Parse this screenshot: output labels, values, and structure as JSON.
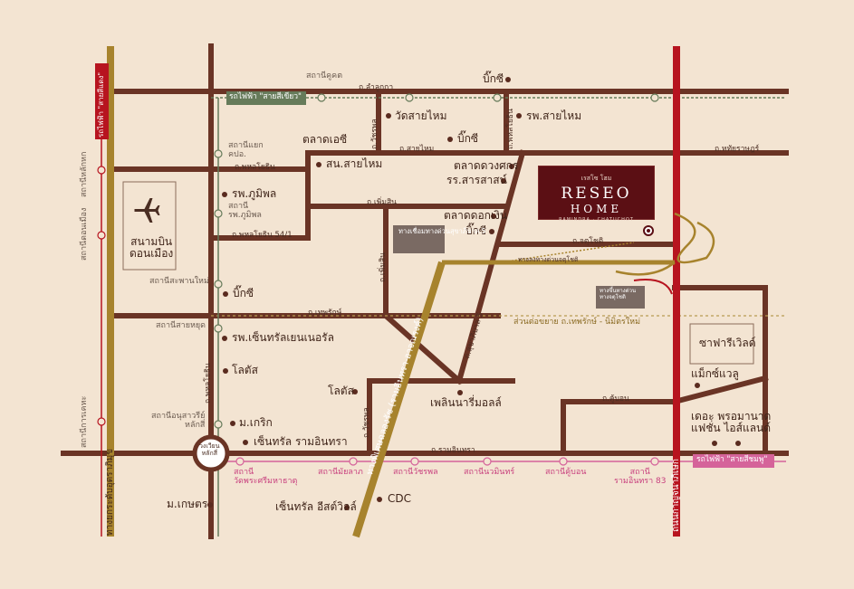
{
  "colors": {
    "background": "#f3e4d2",
    "road": "#6a3425",
    "expressway": "#a7832d",
    "red_line": "#b7141f",
    "green_line": "#667b5a",
    "pink_line": "#d5639a",
    "brand": "#5b0f14"
  },
  "places": {
    "airport": "สนามบิน\nดอนเมือง",
    "bigc_top": "บิ๊กซี",
    "wat_saimai": "วัดสายไหม",
    "hosp_saimai": "รพ.สายไหม",
    "bigc_mid": "บิ๊กซี",
    "talad_ec": "ตลาดเอซี",
    "sn_saimai": "สน.สายไหม",
    "talad_duangsakorn": "ตลาดดวงศกร",
    "rr_sarasas": "รร.สารสาสน์",
    "bhumibol_hosp": "รพ.ภูมิพล",
    "talad_dokngern": "ตลาดดอกเงิน",
    "bigc_phahol": "บิ๊กซี",
    "bigc_left": "บิ๊กซี",
    "central_hosp": "รพ.เซ็นทรัลเยนเนอรัล",
    "lotus_left": "โลตัส",
    "lotus_center": "โลตัส",
    "fashion_mall": "เพลินนารี่มอลล์",
    "m_kasem": "ม.เกริก",
    "central_ramintra": "เซ็นทรัล รามอินทรา",
    "m_kaset": "ม.เกษตร",
    "central_eastville": "เซ็นทรัล อีสต์วิลล์",
    "cdc": "CDC",
    "safari": "ซาฟารีเวิลด์",
    "makro": "แม็กซ์แวลู",
    "promenade": "เดอะ พรอมานาด\nแฟชั่น ไอส์แลนด์",
    "circle": "วงเวียน\nหลักสี่"
  },
  "stations": {
    "kukot": "สถานีคูคต",
    "yaek": "สถานีแยก\nคปอ.",
    "bhumibol": "สถานี\nรพ.ภูมิพล",
    "saphan": "สถานีสะพานใหม่",
    "saiyut": "สถานีสายหยุด",
    "anusawari": "สถานีอนุสาวรีย์\nหลักสี่",
    "lakhok": "สถานีหลักหก",
    "donmueang": "สถานีดอนเมือง",
    "lakSi_rail": "สถานีการเคหะ",
    "wat_phra": "สถานี\nวัดพระศรีมหาธาตุ",
    "ram_lak": "สถานีมัยลาภ",
    "wacharaphol": "สถานีวัชรพล",
    "nopparat": "สถานีนวมินทร์",
    "khubon": "สถานีคู้บอน",
    "ramintra83": "สถานี\nรามอินทรา 83"
  },
  "roads": {
    "salmai": "ถ.สายไหม",
    "saimai_road": "ถ.สายไหม",
    "phahon_yothin": "ถ.พหลโยธิน",
    "phahonyothin_54": "ถ.พหลโยธิน 54/1",
    "khubon_road": "ถ.เพิ่มสิน",
    "theparak": "ถ.เทพรักษ์",
    "khubon": "ถ.คู้บอน",
    "ramintra": "ถ.รามอินทรา",
    "watcharaphol": "ถ.วัชรพล",
    "chatuchot": "ถ.จตุโชติ",
    "hathairat": "ถ.หทัยราษฎร์",
    "sukhapiban5": "ถ.สุขาภิบาล 5",
    "lamlukka": "ถ.ลำลูกกา",
    "phaholyothin_vert": "ถ.พหลโยธิน",
    "soi_ek": "ถ.วัชรพล",
    "wibhawadi": "ทางยกระดับอุตราภิมุข",
    "kaset_nawamin": "ถ.เกษตรนวมินทร์",
    "expressway": "ทางพิเศษฉลองรัช (รามอินทรา-อาจณรงค์)",
    "kanchanaphisek": "ถนนกาญจนาภิเษก",
    "ramintra_exit": "ทางเชื่อมทางด่วนสุขาภิบาล 5",
    "chatuchot_link": "ทางลงทางด่วนจตุโชติ",
    "chatuchot_ramp": "ทางขึ้นทางด่วน\nทางจตุโชติ",
    "extension": "ส่วนต่อขยาย ถ.เทพรักษ์ - นิมิตรใหม่",
    "outer": "ถ.เพิ่มสิน",
    "sai_mai_road2": "ถ.สายไหม"
  },
  "badges": {
    "green_line": "รถไฟฟ้า \"สายสีเขียว\"",
    "red_line": "รถไฟฟ้า \"สายสีแดง\"",
    "pink_line": "รถไฟฟ้า \"สายสีชมพู\""
  },
  "brand": {
    "top": "เรสโซ โฮม",
    "name": "RESEO",
    "name2": "HOME",
    "sub": "RAMINDRA · CHATUCHOT"
  }
}
